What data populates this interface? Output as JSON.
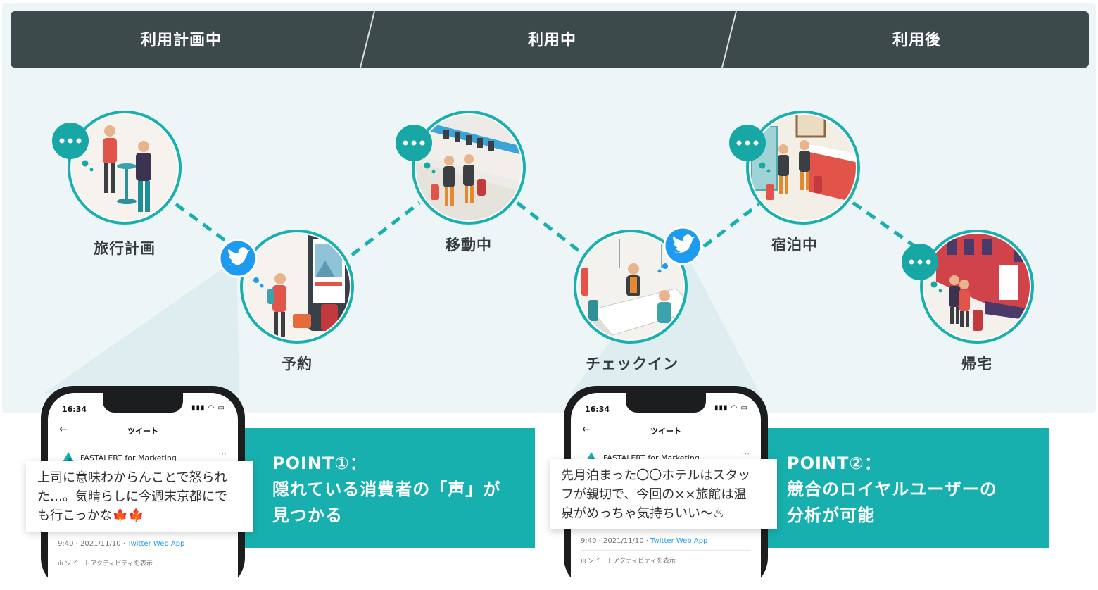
{
  "phases": [
    "利用計画中",
    "利用中",
    "利用後"
  ],
  "steps": {
    "planning": "旅行計画",
    "booking": "予約",
    "moving": "移動中",
    "checkin": "チェックイン",
    "staying": "宿泊中",
    "returning": "帰宅"
  },
  "icons": {
    "thought": "speech-dots-icon",
    "twitter": "twitter-bird-icon"
  },
  "colors": {
    "teal": "#17b0ae",
    "dark_bar": "#3c4a4c",
    "twitter_blue": "#1d9bf0",
    "panel_bg": "#eef5f6"
  },
  "phone1": {
    "time": "16:34",
    "title": "ツイート",
    "account": "FASTALERT for Marketing",
    "tweet_lines": [
      "上司に意味わからんことで怒られ",
      "た…。気晴らしに今週末京都にで",
      "も行こっかな🍁🍁"
    ],
    "timestamp": "9:40 · 2021/11/10 · ",
    "app": "Twitter Web App",
    "activity": "ılı ツイートアクティビティを表示"
  },
  "phone2": {
    "time": "16:34",
    "title": "ツイート",
    "account": "FASTALERT for Marketing",
    "tweet_lines": [
      "先月泊まった〇〇ホテルはスタッ",
      "フが親切で、今回の××旅館は温",
      "泉がめっちゃ気持ちいい〜♨"
    ],
    "timestamp": "9:40 · 2021/11/10 · ",
    "app": "Twitter Web App",
    "activity": "ılı ツイートアクティビティを表示"
  },
  "point1": {
    "heading": "POINT①：",
    "line1": "隠れている消費者の「声」が",
    "line2": "見つかる"
  },
  "point2": {
    "heading": "POINT②：",
    "line1": "競合のロイヤルユーザーの",
    "line2": "分析が可能"
  }
}
